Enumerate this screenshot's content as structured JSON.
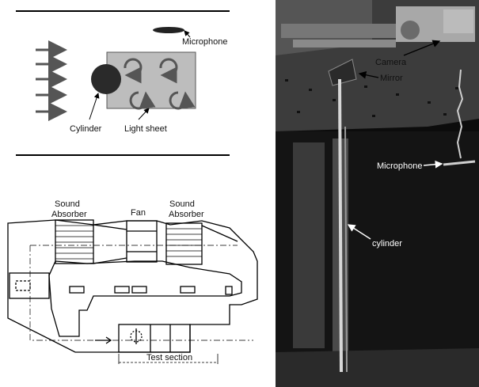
{
  "schematic": {
    "microphone": "Microphone",
    "cylinder": "Cylinder",
    "light_sheet": "Light sheet"
  },
  "tunnel": {
    "sound_absorber_left": [
      "Sound",
      "Absorber"
    ],
    "fan": "Fan",
    "sound_absorber_right": [
      "Sound",
      "Absorber"
    ],
    "test_section": "Test section"
  },
  "photo": {
    "camera": "Camera",
    "mirror": "Mirror",
    "microphone": "Microphone",
    "cylinder": "cylinder"
  }
}
